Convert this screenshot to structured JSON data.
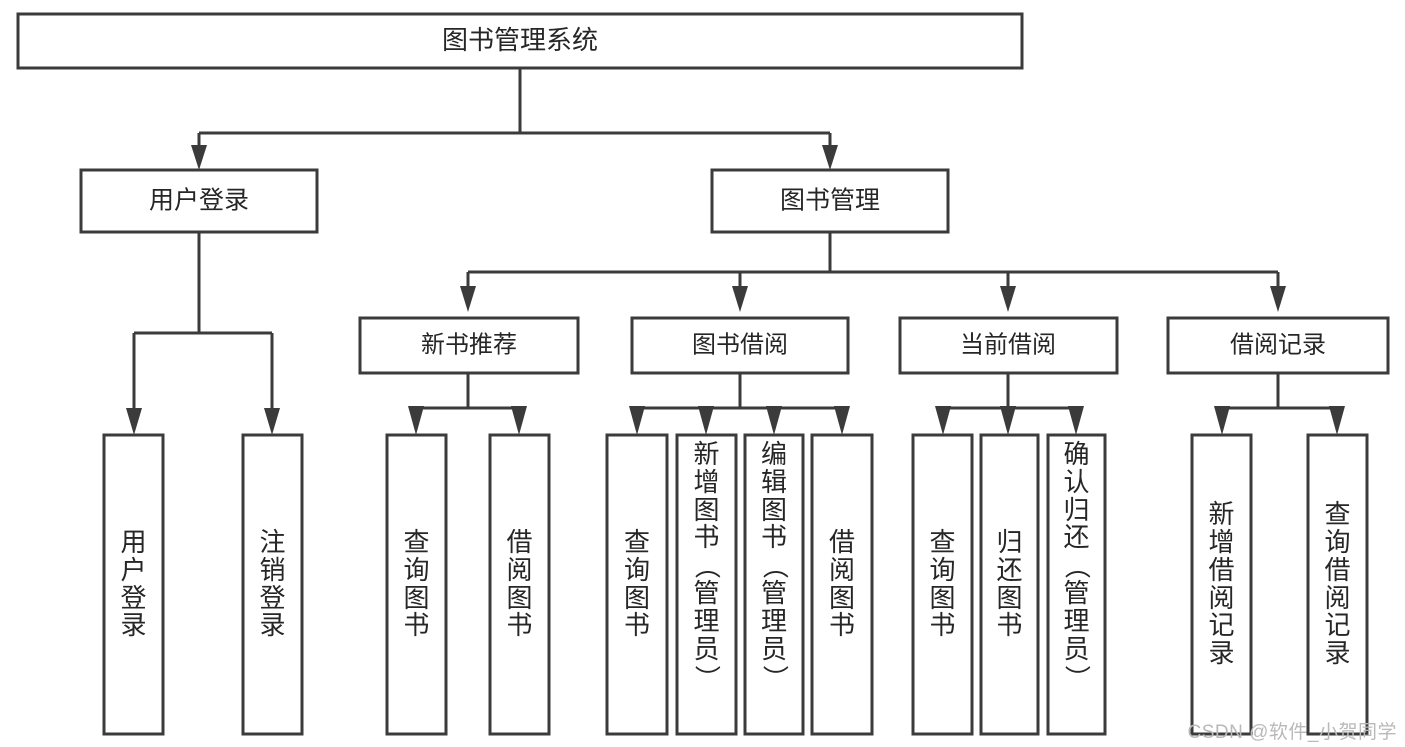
{
  "diagram": {
    "type": "tree",
    "title": "图书管理系统",
    "orientation": "top-down",
    "colors": {
      "box_fill": "#ffffff",
      "box_stroke": "#3b3b3b",
      "text": "#262626",
      "watermark": "#b9b9b9",
      "background": "#ffffff"
    },
    "root": {
      "label": "图书管理系统"
    },
    "level2": [
      {
        "id": "user-login",
        "label": "用户登录"
      },
      {
        "id": "book-manage",
        "label": "图书管理"
      }
    ],
    "level3": [
      {
        "id": "new-book-recommend",
        "label": "新书推荐",
        "parent": "book-manage"
      },
      {
        "id": "book-borrow",
        "label": "图书借阅",
        "parent": "book-manage"
      },
      {
        "id": "current-borrow",
        "label": "当前借阅",
        "parent": "book-manage"
      },
      {
        "id": "borrow-record",
        "label": "借阅记录",
        "parent": "book-manage"
      }
    ],
    "leaves": [
      {
        "id": "leaf-user-login",
        "label": "用户登录",
        "parent": "user-login"
      },
      {
        "id": "leaf-user-logout",
        "label": "注销登录",
        "parent": "user-login"
      },
      {
        "id": "leaf-query-book-1",
        "label": "查询图书",
        "parent": "new-book-recommend"
      },
      {
        "id": "leaf-borrow-book-1",
        "label": "借阅图书",
        "parent": "new-book-recommend"
      },
      {
        "id": "leaf-query-book-2",
        "label": "查询图书",
        "parent": "book-borrow"
      },
      {
        "id": "leaf-add-book",
        "label": "新增图书（管理员）",
        "parent": "book-borrow"
      },
      {
        "id": "leaf-edit-book",
        "label": "编辑图书（管理员）",
        "parent": "book-borrow"
      },
      {
        "id": "leaf-borrow-book-2",
        "label": "借阅图书",
        "parent": "book-borrow"
      },
      {
        "id": "leaf-query-book-3",
        "label": "查询图书",
        "parent": "current-borrow"
      },
      {
        "id": "leaf-return-book",
        "label": "归还图书",
        "parent": "current-borrow"
      },
      {
        "id": "leaf-confirm-return",
        "label": "确认归还（管理员）",
        "parent": "current-borrow"
      },
      {
        "id": "leaf-add-record",
        "label": "新增借阅记录",
        "parent": "borrow-record"
      },
      {
        "id": "leaf-query-record",
        "label": "查询借阅记录",
        "parent": "borrow-record"
      }
    ]
  },
  "watermark": {
    "text": "CSDN @软件_小贺同学"
  }
}
